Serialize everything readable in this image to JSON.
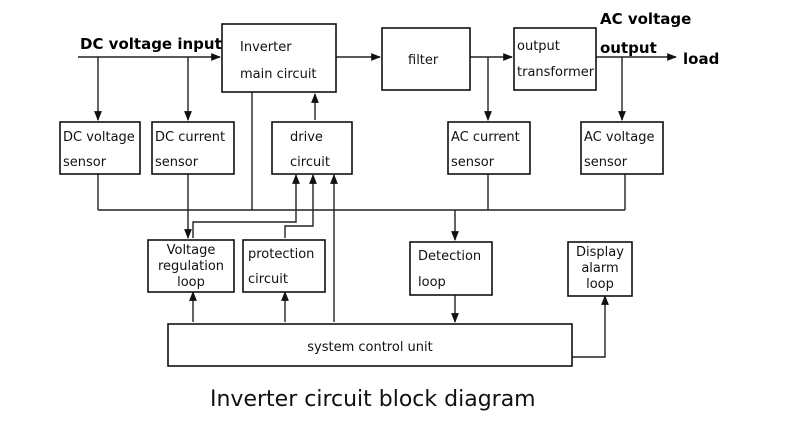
{
  "labels": {
    "dc_input": "DC voltage input",
    "ac_output_line1": "AC voltage",
    "ac_output_line2": "output",
    "load": "load"
  },
  "blocks": {
    "inverter": [
      "Inverter",
      "main circuit"
    ],
    "filter": [
      "filter"
    ],
    "output_transformer": [
      "output",
      "transformer"
    ],
    "dc_voltage_sensor": [
      "DC voltage",
      "sensor"
    ],
    "dc_current_sensor": [
      "DC current",
      "sensor"
    ],
    "drive_circuit": [
      "drive",
      "circuit"
    ],
    "ac_current_sensor": [
      "AC current",
      "sensor"
    ],
    "ac_voltage_sensor": [
      "AC voltage",
      "sensor"
    ],
    "voltage_regulation_loop": [
      "Voltage",
      "regulation",
      "loop"
    ],
    "protection_circuit": [
      "protection",
      "circuit"
    ],
    "detection_loop": [
      "Detection",
      "loop"
    ],
    "display_alarm_loop": [
      "Display",
      "alarm",
      "loop"
    ],
    "system_control_unit": [
      "system control unit"
    ]
  },
  "caption": "Inverter circuit block diagram"
}
